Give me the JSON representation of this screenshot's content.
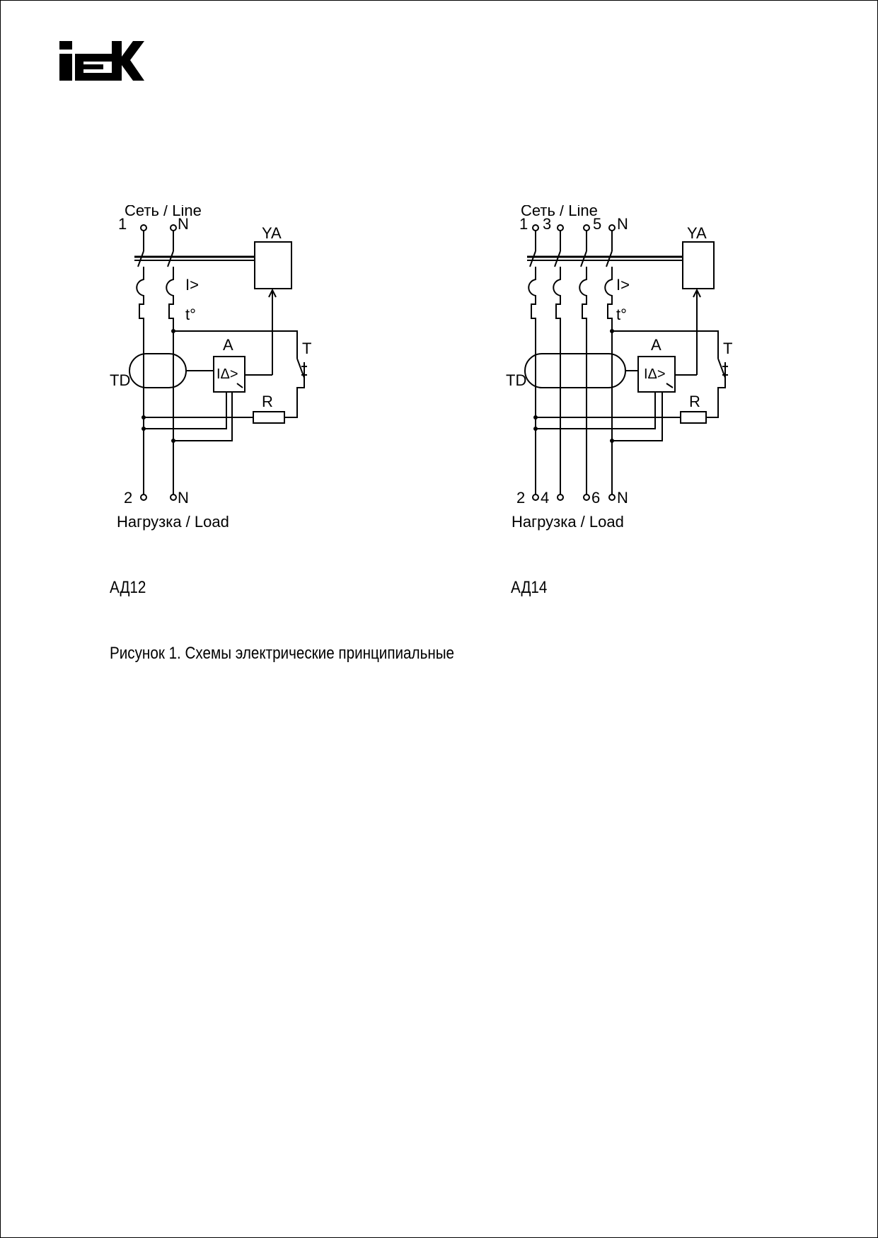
{
  "brand": {
    "logo_text": "IEK"
  },
  "diagrams": [
    {
      "model": "АД12",
      "line_label": "Сеть / Line",
      "load_label": "Нагрузка / Load",
      "top_terminals": [
        "1",
        "N"
      ],
      "bottom_terminals": [
        "2",
        "N"
      ],
      "labels": {
        "ya": "YA",
        "overcurrent": "I>",
        "thermal": "t°",
        "td": "TD",
        "amplifier": "A",
        "residual": "IΔ>",
        "test": "T",
        "resistor": "R"
      }
    },
    {
      "model": "АД14",
      "line_label": "Сеть / Line",
      "load_label": "Нагрузка / Load",
      "top_terminals": [
        "1",
        "3",
        "5",
        "N"
      ],
      "bottom_terminals": [
        "2",
        "4",
        "6",
        "N"
      ],
      "labels": {
        "ya": "YA",
        "overcurrent": "I>",
        "thermal": "t°",
        "td": "TD",
        "amplifier": "A",
        "residual": "IΔ>",
        "test": "T",
        "resistor": "R"
      }
    }
  ],
  "caption": "Рисунок 1. Схемы электрические принципиальные"
}
